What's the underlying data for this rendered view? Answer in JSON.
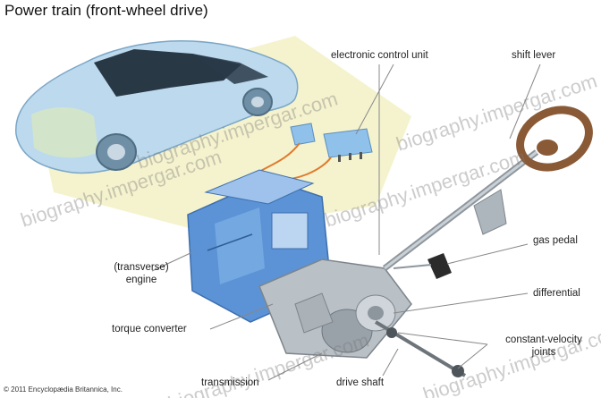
{
  "title": "Power train (front-wheel drive)",
  "labels": {
    "electronic_control_unit": "electronic control unit",
    "shift_lever": "shift lever",
    "transverse": "(transverse)",
    "engine": "engine",
    "gas_pedal": "gas pedal",
    "differential": "differential",
    "torque_converter": "torque converter",
    "constant_velocity": "constant-velocity",
    "joints": "joints",
    "transmission": "transmission",
    "drive_shaft": "drive shaft"
  },
  "credit": "© 2011 Encyclopædia Britannica, Inc.",
  "watermark": "biography.impergar.com",
  "colors": {
    "car_body": "#bcd9ee",
    "engine_blue": "#5b93d6",
    "transmission_gray": "#b9c0c6",
    "steering_wheel": "#8a5a36",
    "highlight_yellow": "#f3f1c6",
    "wire_orange": "#e07a2e"
  }
}
